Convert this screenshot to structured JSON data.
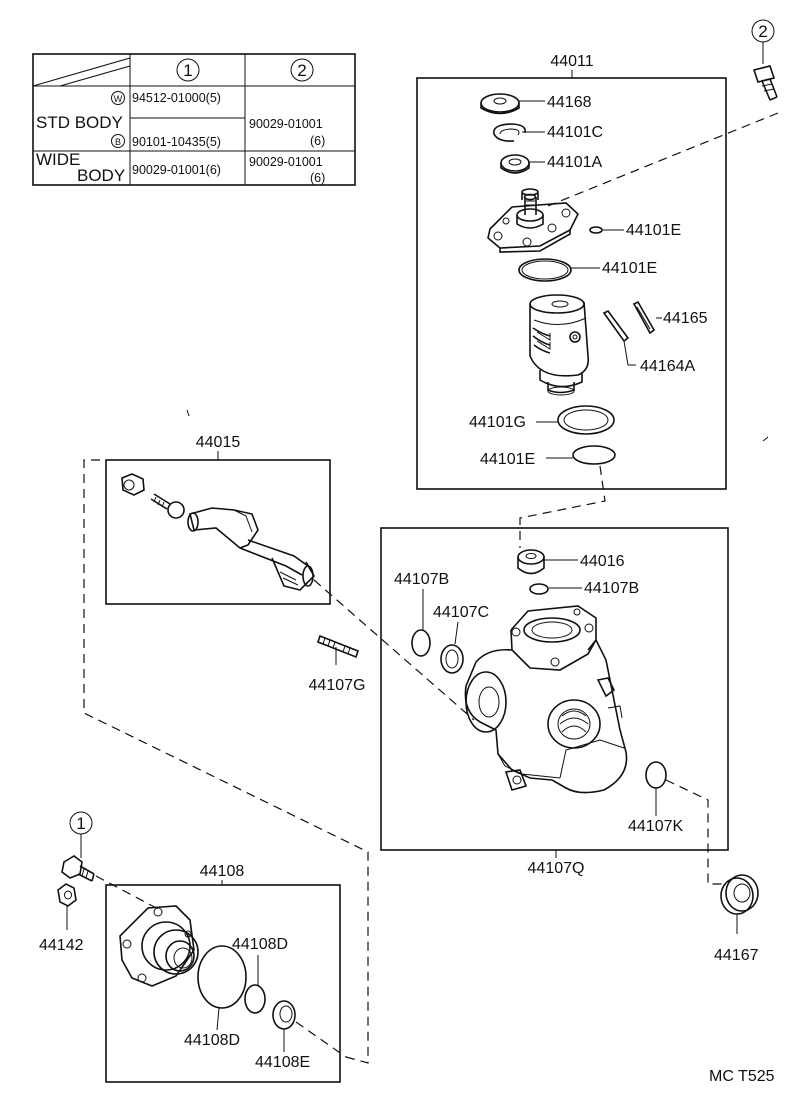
{
  "table": {
    "col1": "1",
    "col2": "2",
    "std_body": "STD BODY",
    "wide_top": "WIDE",
    "wide_bottom": "BODY",
    "w_mark": "W",
    "b_mark": "B",
    "std_w_col1": "94512-01000(5)",
    "std_b_col1": "90101-10435(5)",
    "std_col2_a": "90029-01001",
    "std_col2_b": "(6)",
    "wide_col1": "90029-01001(6)",
    "wide_col2_a": "90029-01001",
    "wide_col2_b": "(6)"
  },
  "callouts": {
    "one": "1",
    "two": "2"
  },
  "labels": {
    "p44011": "44011",
    "p44168": "44168",
    "p44101C": "44101C",
    "p44101A": "44101A",
    "p44101E_small": "44101E",
    "p44101E_ring": "44101E",
    "p44165": "44165",
    "p44164A": "44164A",
    "p44101G": "44101G",
    "p44101E_bottom": "44101E",
    "p44015": "44015",
    "p44016": "44016",
    "p44107B_right": "44107B",
    "p44107B_left": "44107B",
    "p44107C": "44107C",
    "p44107G": "44107G",
    "p44107K": "44107K",
    "p44107Q": "44107Q",
    "p44108": "44108",
    "p44142": "44142",
    "p44108D_top": "44108D",
    "p44108D_bottom": "44108D",
    "p44108E": "44108E",
    "p44167": "44167"
  },
  "footer": {
    "code": "MC T525"
  }
}
